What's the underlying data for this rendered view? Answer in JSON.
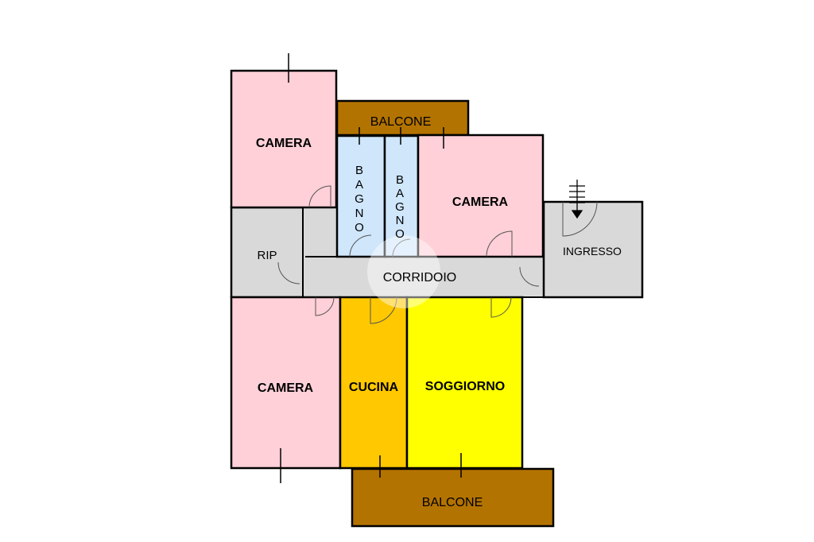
{
  "floorplan": {
    "rooms": {
      "camera_top_left": {
        "label": "CAMERA",
        "color": "#ffd0d8"
      },
      "balcone_top": {
        "label": "BALCONE",
        "color": "#b37300"
      },
      "bagno_1": {
        "label": "BAGNO",
        "letters": [
          "B",
          "A",
          "G",
          "N",
          "O"
        ],
        "color": "#cfe6fb"
      },
      "bagno_2": {
        "label": "BAGNO",
        "letters": [
          "B",
          "A",
          "G",
          "N",
          "O"
        ],
        "color": "#cfe6fb"
      },
      "camera_top_right": {
        "label": "CAMERA",
        "color": "#ffd0d8"
      },
      "ripostiglio": {
        "label": "RIP",
        "color": "#d9d9d9"
      },
      "corridoio": {
        "label": "CORRIDOIO",
        "color": "#d9d9d9"
      },
      "ingresso": {
        "label": "INGRESSO",
        "color": "#d9d9d9"
      },
      "camera_bottom_left": {
        "label": "CAMERA",
        "color": "#ffd0d8"
      },
      "cucina": {
        "label": "CUCINA",
        "color": "#ffc800"
      },
      "soggiorno": {
        "label": "SOGGIORNO",
        "color": "#ffff00"
      },
      "balcone_bottom": {
        "label": "BALCONE",
        "color": "#b37300"
      }
    }
  }
}
